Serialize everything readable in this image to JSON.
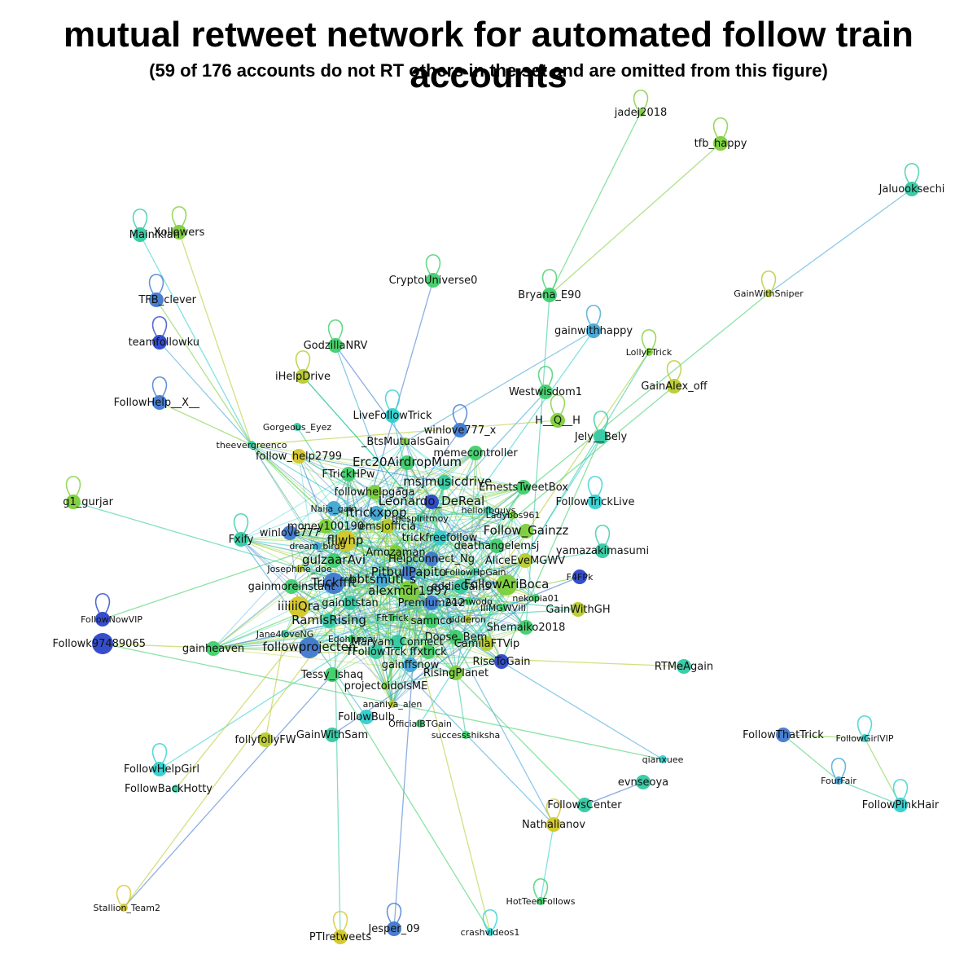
{
  "title": "mutual retweet network for automated follow train accounts",
  "subtitle": "(59 of 176 accounts do not RT others in the set and are omitted from this figure)",
  "palette": [
    "#2b45c9",
    "#3f78cf",
    "#41a6d6",
    "#2fcfcf",
    "#33c9a2",
    "#3fcf6a",
    "#7ccf3a",
    "#b8cb2e",
    "#d4c728"
  ],
  "edge_colors": [
    "#3fcf6a",
    "#7ccf3a",
    "#41a6d6",
    "#2fcfcf",
    "#b8cb2e",
    "#3f78cf",
    "#33c9a2"
  ],
  "nodes": [
    {
      "id": "jadej2018",
      "label": "jadej2018",
      "c": 6,
      "s": 0,
      "f": 1,
      "loop": true,
      "target": "Bryana_E90"
    },
    {
      "id": "tfb_happy",
      "label": "tfb_happy",
      "c": 6,
      "s": 1,
      "f": 1,
      "loop": true,
      "target": "Bryana_E90"
    },
    {
      "id": "Jaluooksechi",
      "label": "Jaluooksechi",
      "c": 4,
      "s": 1,
      "f": 1,
      "loop": true,
      "target": "GainWithSniper"
    },
    {
      "id": "MainIklan",
      "label": "MainIklan",
      "c": 4,
      "s": 1,
      "f": 1,
      "loop": true,
      "target": "theevergreenco"
    },
    {
      "id": "Xollowers",
      "label": "Xollowers",
      "c": 6,
      "s": 1,
      "f": 1,
      "loop": true,
      "target": "theevergreenco"
    },
    {
      "id": "CryptoUniverse0",
      "label": "CryptoUniverse0",
      "c": 5,
      "s": 1,
      "f": 1,
      "loop": true,
      "target": "core"
    },
    {
      "id": "Bryana_E90",
      "label": "Bryana_E90",
      "c": 5,
      "s": 1,
      "f": 1,
      "loop": true,
      "target": "core"
    },
    {
      "id": "GainWithSniper",
      "label": "GainWithSniper",
      "c": 7,
      "s": 0,
      "f": 0,
      "loop": true,
      "target": "core"
    },
    {
      "id": "TFB_clever",
      "label": "TFB_clever",
      "c": 1,
      "s": 1,
      "f": 1,
      "loop": true,
      "target": "theevergreenco"
    },
    {
      "id": "teamfollowku",
      "label": "teamfollowku",
      "c": 0,
      "s": 1,
      "f": 1,
      "loop": true,
      "target": "theevergreenco"
    },
    {
      "id": "gainwithhappy",
      "label": "gainwithhappy",
      "c": 2,
      "s": 1,
      "f": 1,
      "loop": true,
      "target": "core"
    },
    {
      "id": "LollyFTrick",
      "label": "LollyFTrick",
      "c": 6,
      "s": 0,
      "f": 0,
      "loop": true,
      "target": "core"
    },
    {
      "id": "GodzillaNRV",
      "label": "GodzillaNRV",
      "c": 5,
      "s": 1,
      "f": 1,
      "loop": true,
      "target": "core"
    },
    {
      "id": "iHelpDrive",
      "label": "iHelpDrive",
      "c": 7,
      "s": 1,
      "f": 1,
      "loop": true,
      "target": "core"
    },
    {
      "id": "GainAlex_off",
      "label": "GainAlex_off",
      "c": 7,
      "s": 1,
      "f": 1,
      "loop": true,
      "target": "core"
    },
    {
      "id": "FollowHelp__X__",
      "label": "FollowHelp__X__",
      "c": 1,
      "s": 1,
      "f": 1,
      "loop": true,
      "target": "theevergreenco"
    },
    {
      "id": "Westwisdom1",
      "label": "Westwisdom1",
      "c": 5,
      "s": 1,
      "f": 1,
      "loop": true,
      "target": "core"
    },
    {
      "id": "LiveFollowTrick",
      "label": "LiveFollowTrick",
      "c": 3,
      "s": 1,
      "f": 1,
      "loop": true,
      "target": "core"
    },
    {
      "id": "H__Q__H",
      "label": "H__Q__H",
      "c": 6,
      "s": 1,
      "f": 1,
      "loop": true,
      "target": "core"
    },
    {
      "id": "winlove777_x",
      "label": "winlove777_x",
      "c": 1,
      "s": 1,
      "f": 1,
      "loop": true,
      "target": "core"
    },
    {
      "id": "Gorgeous_Eyez",
      "label": "Gorgeous_Eyez",
      "c": 4,
      "s": 0,
      "f": 0,
      "loop": false,
      "target": "core"
    },
    {
      "id": "Jely__Bely",
      "label": "Jely__Bely",
      "c": 4,
      "s": 1,
      "f": 1,
      "loop": true,
      "target": "core"
    },
    {
      "id": "theevergreenco",
      "label": "theevergreenco",
      "c": 4,
      "s": 0,
      "f": 0,
      "loop": false,
      "target": "core"
    },
    {
      "id": "_BtsMutualsGain",
      "label": "_BtsMutualsGain",
      "c": 6,
      "s": 0,
      "f": 1,
      "loop": false,
      "target": "core"
    },
    {
      "id": "memecontroller",
      "label": "memecontroller",
      "c": 5,
      "s": 1,
      "f": 1,
      "loop": false,
      "target": "core"
    },
    {
      "id": "follow_help2799",
      "label": "follow_help2799",
      "c": 8,
      "s": 1,
      "f": 1,
      "loop": false,
      "target": "core"
    },
    {
      "id": "Erc20AirdropMum",
      "label": "Erc20AirdropMum",
      "c": 5,
      "s": 1,
      "f": 2,
      "loop": false,
      "target": "core"
    },
    {
      "id": "FTrickHPw",
      "label": "FTrickHPw",
      "c": 5,
      "s": 1,
      "f": 1,
      "loop": false,
      "target": "core"
    },
    {
      "id": "msjmusicdrive",
      "label": "_msjmusicdrive",
      "c": 4,
      "s": 1,
      "f": 2,
      "loop": false,
      "target": "core"
    },
    {
      "id": "ErnestsTweetBox",
      "label": "ErnestsTweetBox",
      "c": 5,
      "s": 1,
      "f": 1,
      "loop": false,
      "target": "core"
    },
    {
      "id": "followhelpgaga",
      "label": "followhelpgaga",
      "c": 6,
      "s": 1,
      "f": 1,
      "loop": false,
      "target": "core"
    },
    {
      "id": "FollowTrickLive",
      "label": "FollowTrickLive",
      "c": 3,
      "s": 1,
      "f": 1,
      "loop": true,
      "target": "core"
    },
    {
      "id": "Leonardo_DeReal",
      "label": "Leonardo_DeReal",
      "c": 0,
      "s": 1,
      "f": 2,
      "loop": false,
      "target": "core"
    },
    {
      "id": "helloifbguys",
      "label": "helloifbguys",
      "c": 4,
      "s": 0,
      "f": 0,
      "loop": false,
      "target": "core"
    },
    {
      "id": "g1_gurjar",
      "label": "g1_gurjar",
      "c": 6,
      "s": 1,
      "f": 1,
      "loop": true,
      "target": "core"
    },
    {
      "id": "Naija_gain",
      "label": "Naija_gain",
      "c": 2,
      "s": 1,
      "f": 0,
      "loop": false,
      "target": "core"
    },
    {
      "id": "ftrickxpop",
      "label": "ftrickxpop",
      "c": 2,
      "s": 1,
      "f": 2,
      "loop": false,
      "target": "core"
    },
    {
      "id": "thespiritmoy",
      "label": "thespiritmoy",
      "c": 4,
      "s": 0,
      "f": 0,
      "loop": false,
      "target": "core"
    },
    {
      "id": "Ladybos961",
      "label": "Ladybos961",
      "c": 6,
      "s": 0,
      "f": 0,
      "loop": false,
      "target": "core"
    },
    {
      "id": "emsjofficia",
      "label": "emsjofficia",
      "c": 7,
      "s": 1,
      "f": 1,
      "loop": false,
      "target": "core"
    },
    {
      "id": "winlove777",
      "label": "winlove777",
      "c": 1,
      "s": 1,
      "f": 1,
      "loop": false,
      "target": "core"
    },
    {
      "id": "money100190",
      "label": "money100190",
      "c": 6,
      "s": 1,
      "f": 1,
      "loop": false,
      "target": "core"
    },
    {
      "id": "fllwhp",
      "label": "fllwhp",
      "c": 8,
      "s": 2,
      "f": 2,
      "loop": false,
      "target": "core"
    },
    {
      "id": "trickfreefollow",
      "label": "trickfreefollow",
      "c": 3,
      "s": 1,
      "f": 1,
      "loop": false,
      "target": "core"
    },
    {
      "id": "Follow_Gainzz",
      "label": "Follow_Gainzz",
      "c": 6,
      "s": 1,
      "f": 2,
      "loop": false,
      "target": "core"
    },
    {
      "id": "Fxify",
      "label": "Fxify",
      "c": 4,
      "s": 1,
      "f": 1,
      "loop": true,
      "target": "core"
    },
    {
      "id": "dream_bird9",
      "label": "dream_bird9",
      "c": 2,
      "s": 0,
      "f": 0,
      "loop": false,
      "target": "core"
    },
    {
      "id": "deathangelemsj",
      "label": "deathangelemsj",
      "c": 5,
      "s": 1,
      "f": 1,
      "loop": false,
      "target": "core"
    },
    {
      "id": "yamazakimasumi",
      "label": "yamazakimasumi",
      "c": 4,
      "s": 1,
      "f": 1,
      "loop": true,
      "target": "core"
    },
    {
      "id": "gulzaarAvi",
      "label": "gulzaarAvi",
      "c": 5,
      "s": 1,
      "f": 2,
      "loop": false,
      "target": "core"
    },
    {
      "id": "Amozaman",
      "label": "Amozaman",
      "c": 6,
      "s": 1,
      "f": 1,
      "loop": false,
      "target": "core"
    },
    {
      "id": "AliceEveMGWV",
      "label": "AliceEveMGWV",
      "c": 7,
      "s": 1,
      "f": 1,
      "loop": false,
      "target": "core"
    },
    {
      "id": "Helpconnect_Ng",
      "label": "Helpconnect_Ng",
      "c": 1,
      "s": 1,
      "f": 1,
      "loop": false,
      "target": "core"
    },
    {
      "id": "Josephine_doe",
      "label": "Josephine_doe",
      "c": 7,
      "s": 0,
      "f": 0,
      "loop": false,
      "target": "core"
    },
    {
      "id": "PitbullPapito",
      "label": "PitbullPapito",
      "c": 1,
      "s": 1,
      "f": 2,
      "loop": false,
      "target": "core"
    },
    {
      "id": "FollowHpGain",
      "label": "FollowHpGain",
      "c": 4,
      "s": 0,
      "f": 0,
      "loop": false,
      "target": "core"
    },
    {
      "id": "bbtsmutl_s",
      "label": "bbtsmutl_s",
      "c": 2,
      "s": 1,
      "f": 2,
      "loop": false,
      "target": "core"
    },
    {
      "id": "F4FPk",
      "label": "F4FPk",
      "c": 0,
      "s": 1,
      "f": 0,
      "loop": false,
      "target": "core"
    },
    {
      "id": "gainmoreinstant",
      "label": "gainmoreinstant",
      "c": 5,
      "s": 1,
      "f": 1,
      "loop": false,
      "target": "core"
    },
    {
      "id": "Trickffft",
      "label": "Trickffft",
      "c": 1,
      "s": 2,
      "f": 2,
      "loop": false,
      "target": "core"
    },
    {
      "id": "eddieGains",
      "label": "eddieGains",
      "c": 4,
      "s": 1,
      "f": 1,
      "loop": false,
      "target": "core"
    },
    {
      "id": "FollowAriBoca",
      "label": "FollowAriBoca",
      "c": 6,
      "s": 2,
      "f": 2,
      "loop": false,
      "target": "core"
    },
    {
      "id": "alexmdr1997",
      "label": "alexmdr1997",
      "c": 6,
      "s": 2,
      "f": 2,
      "loop": false,
      "target": "core"
    },
    {
      "id": "iiiiiiQra",
      "label": "iiiiiiQra",
      "c": 8,
      "s": 2,
      "f": 2,
      "loop": false,
      "target": "core"
    },
    {
      "id": "gainbtstan",
      "label": "gainbtstan",
      "c": 4,
      "s": 1,
      "f": 1,
      "loop": false,
      "target": "core"
    },
    {
      "id": "Premium212",
      "label": "Premium212",
      "c": 1,
      "s": 1,
      "f": 1,
      "loop": false,
      "target": "core"
    },
    {
      "id": "Aqunwodo",
      "label": "Aqunwodo",
      "c": 5,
      "s": 0,
      "f": 0,
      "loop": false,
      "target": "core"
    },
    {
      "id": "nekopia01",
      "label": "nekopia01",
      "c": 5,
      "s": 0,
      "f": 0,
      "loop": false,
      "target": "core"
    },
    {
      "id": "IIIMGWVIII",
      "label": "IIIMGWVIII",
      "c": 5,
      "s": 0,
      "f": 0,
      "loop": false,
      "target": "core"
    },
    {
      "id": "GainWithGH",
      "label": "GainWithGH",
      "c": 7,
      "s": 1,
      "f": 1,
      "loop": false,
      "target": "core"
    },
    {
      "id": "FollowNowVIP",
      "label": "FollowNowVIP",
      "c": 0,
      "s": 1,
      "f": 0,
      "loop": true,
      "target": "core"
    },
    {
      "id": "FftTrick",
      "label": "FftTrick",
      "c": 5,
      "s": 0,
      "f": 0,
      "loop": false,
      "target": "core"
    },
    {
      "id": "RamIsRising",
      "label": "RamIsRising",
      "c": 4,
      "s": 1,
      "f": 2,
      "loop": false,
      "target": "core"
    },
    {
      "id": "samnco",
      "label": "samnco",
      "c": 5,
      "s": 1,
      "f": 1,
      "loop": false,
      "target": "core"
    },
    {
      "id": "ddderon",
      "label": "ddderon",
      "c": 7,
      "s": 0,
      "f": 0,
      "loop": false,
      "target": "core"
    },
    {
      "id": "Doose_Bem",
      "label": "Doose_Bem",
      "c": 5,
      "s": 1,
      "f": 1,
      "loop": false,
      "target": "core"
    },
    {
      "id": "Shemaiko2018",
      "label": "Shemaiko2018",
      "c": 5,
      "s": 1,
      "f": 1,
      "loop": false,
      "target": "core"
    },
    {
      "id": "Followk97489065",
      "label": "Followk97489065",
      "c": 0,
      "s": 2,
      "f": 1,
      "loop": false,
      "target": "core"
    },
    {
      "id": "Jane4loveNG",
      "label": "Jane4loveNG",
      "c": 4,
      "s": 0,
      "f": 0,
      "loop": false,
      "target": "core"
    },
    {
      "id": "EdohJumai",
      "label": "EdohJumai",
      "c": 5,
      "s": 0,
      "f": 0,
      "loop": false,
      "target": "core"
    },
    {
      "id": "Maryam_Connect",
      "label": "Maryam_Connect",
      "c": 4,
      "s": 1,
      "f": 1,
      "loop": false,
      "target": "core"
    },
    {
      "id": "CamilaFTVip",
      "label": "CamilaFTVip",
      "c": 7,
      "s": 1,
      "f": 1,
      "loop": false,
      "target": "core"
    },
    {
      "id": "gainheaven",
      "label": "gainheaven",
      "c": 5,
      "s": 1,
      "f": 1,
      "loop": false,
      "target": "core"
    },
    {
      "id": "followprojecten",
      "label": "followprojecten",
      "c": 1,
      "s": 2,
      "f": 2,
      "loop": false,
      "target": "core"
    },
    {
      "id": "TFollowTrck",
      "label": "TFollowTrck",
      "c": 4,
      "s": 1,
      "f": 1,
      "loop": false,
      "target": "core"
    },
    {
      "id": "ffxtrick",
      "label": "ffxtrick",
      "c": 5,
      "s": 1,
      "f": 1,
      "loop": false,
      "target": "core"
    },
    {
      "id": "RiseToGain",
      "label": "RiseToGain",
      "c": 0,
      "s": 1,
      "f": 1,
      "loop": false,
      "target": "core"
    },
    {
      "id": "gainffsnow",
      "label": "gainffsnow",
      "c": 2,
      "s": 1,
      "f": 1,
      "loop": false,
      "target": "core"
    },
    {
      "id": "RTMeAgain",
      "label": "RTMeAgain",
      "c": 4,
      "s": 1,
      "f": 1,
      "loop": false,
      "target": "core"
    },
    {
      "id": "Tessy_Ishaq",
      "label": "Tessy_Ishaq",
      "c": 5,
      "s": 1,
      "f": 1,
      "loop": false,
      "target": "core"
    },
    {
      "id": "RisingPlanet",
      "label": "RisingPlanet",
      "c": 6,
      "s": 1,
      "f": 1,
      "loop": false,
      "target": "core"
    },
    {
      "id": "projectoidolsME",
      "label": "projectoidolsME",
      "c": 6,
      "s": 0,
      "f": 1,
      "loop": false,
      "target": "core"
    },
    {
      "id": "ananiya_alen",
      "label": "ananiya_alen",
      "c": 7,
      "s": 0,
      "f": 0,
      "loop": false,
      "target": "core"
    },
    {
      "id": "FollowBulb",
      "label": "FollowBulb",
      "c": 3,
      "s": 1,
      "f": 1,
      "loop": false,
      "target": "core"
    },
    {
      "id": "OfficialBTGain",
      "label": "OfficialBTGain",
      "c": 5,
      "s": 0,
      "f": 0,
      "loop": false,
      "target": "core"
    },
    {
      "id": "follyfollyFW",
      "label": "follyfollyFW",
      "c": 7,
      "s": 1,
      "f": 1,
      "loop": false,
      "target": "core"
    },
    {
      "id": "GainWithSam",
      "label": "GainWithSam",
      "c": 4,
      "s": 1,
      "f": 1,
      "loop": false,
      "target": "core"
    },
    {
      "id": "successshiksha",
      "label": "successshiksha",
      "c": 5,
      "s": 0,
      "f": 0,
      "loop": false,
      "target": "core"
    },
    {
      "id": "FollowThatTrick",
      "label": "FollowThatTrick",
      "c": 1,
      "s": 1,
      "f": 1,
      "loop": false,
      "target": "FourFair"
    },
    {
      "id": "FollowGirlVIP",
      "label": "FollowGirlVIP",
      "c": 3,
      "s": 0,
      "f": 0,
      "loop": true,
      "target": "FollowThatTrick"
    },
    {
      "id": "qianxuee",
      "label": "qianxuee",
      "c": 3,
      "s": 0,
      "f": 0,
      "loop": false,
      "target": "core"
    },
    {
      "id": "FollowHelpGirl",
      "label": "FollowHelpGirl",
      "c": 3,
      "s": 1,
      "f": 1,
      "loop": true,
      "target": "core"
    },
    {
      "id": "FollowBackHotty",
      "label": "FollowBackHotty",
      "c": 4,
      "s": 0,
      "f": 1,
      "loop": false,
      "target": "core"
    },
    {
      "id": "evnseoya",
      "label": "evnseoya",
      "c": 4,
      "s": 1,
      "f": 1,
      "loop": false,
      "target": "core"
    },
    {
      "id": "FourFair",
      "label": "FourFair",
      "c": 2,
      "s": 0,
      "f": 0,
      "loop": true,
      "target": "FollowPinkHair"
    },
    {
      "id": "FollowsCenter",
      "label": "FollowsCenter",
      "c": 4,
      "s": 1,
      "f": 1,
      "loop": false,
      "target": "core"
    },
    {
      "id": "FollowPinkHair",
      "label": "FollowPinkHair",
      "c": 3,
      "s": 1,
      "f": 1,
      "loop": true,
      "target": "FollowGirlVIP"
    },
    {
      "id": "Nathalianov",
      "label": "Nathalianov",
      "c": 8,
      "s": 1,
      "f": 1,
      "loop": true,
      "target": "core"
    },
    {
      "id": "HotTeenFollows",
      "label": "HotTeenFollows",
      "c": 5,
      "s": 0,
      "f": 0,
      "loop": true,
      "target": "core"
    },
    {
      "id": "Stallion_Team2",
      "label": "Stallion_Team2",
      "c": 8,
      "s": 0,
      "f": 0,
      "loop": true,
      "target": "core"
    },
    {
      "id": "Jesper_09",
      "label": "Jesper_09",
      "c": 1,
      "s": 1,
      "f": 1,
      "loop": true,
      "target": "core"
    },
    {
      "id": "PTIretweets",
      "label": "PTIretweets",
      "c": 8,
      "s": 1,
      "f": 1,
      "loop": true,
      "target": "core"
    },
    {
      "id": "crashvideos1",
      "label": "crashvideos1",
      "c": 3,
      "s": 0,
      "f": 0,
      "loop": true,
      "target": "core"
    }
  ]
}
